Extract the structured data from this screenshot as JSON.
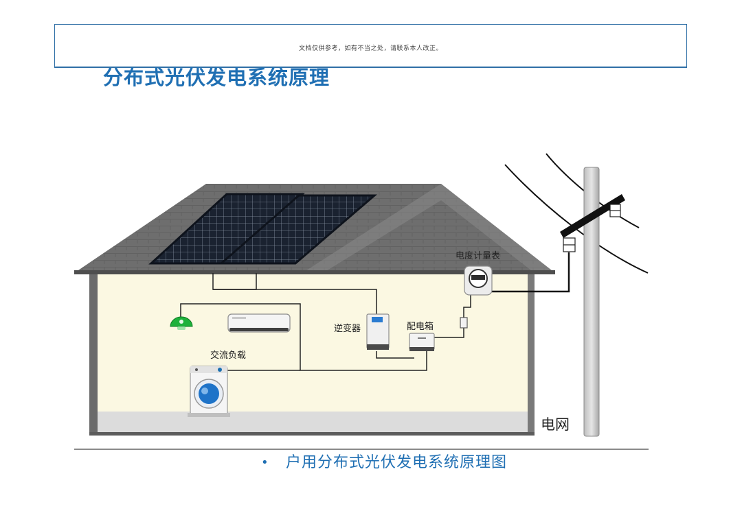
{
  "header": {
    "disclaimer": "文档仅供参考，如有不当之处，请联系本人改正。",
    "title": "分布式光伏发电系统原理"
  },
  "diagram": {
    "labels": {
      "meter": "电度计量表",
      "inverter": "逆变器",
      "distribution_box": "配电箱",
      "ac_load": "交流负载",
      "grid": "电网"
    },
    "colors": {
      "roof": "#6e6e6e",
      "wall": "#fbf8e2",
      "panel": "#1a2230",
      "lamp": "#1db13a"
    }
  },
  "caption": {
    "bullet": "•",
    "text": "户用分布式光伏发电系统原理图"
  }
}
